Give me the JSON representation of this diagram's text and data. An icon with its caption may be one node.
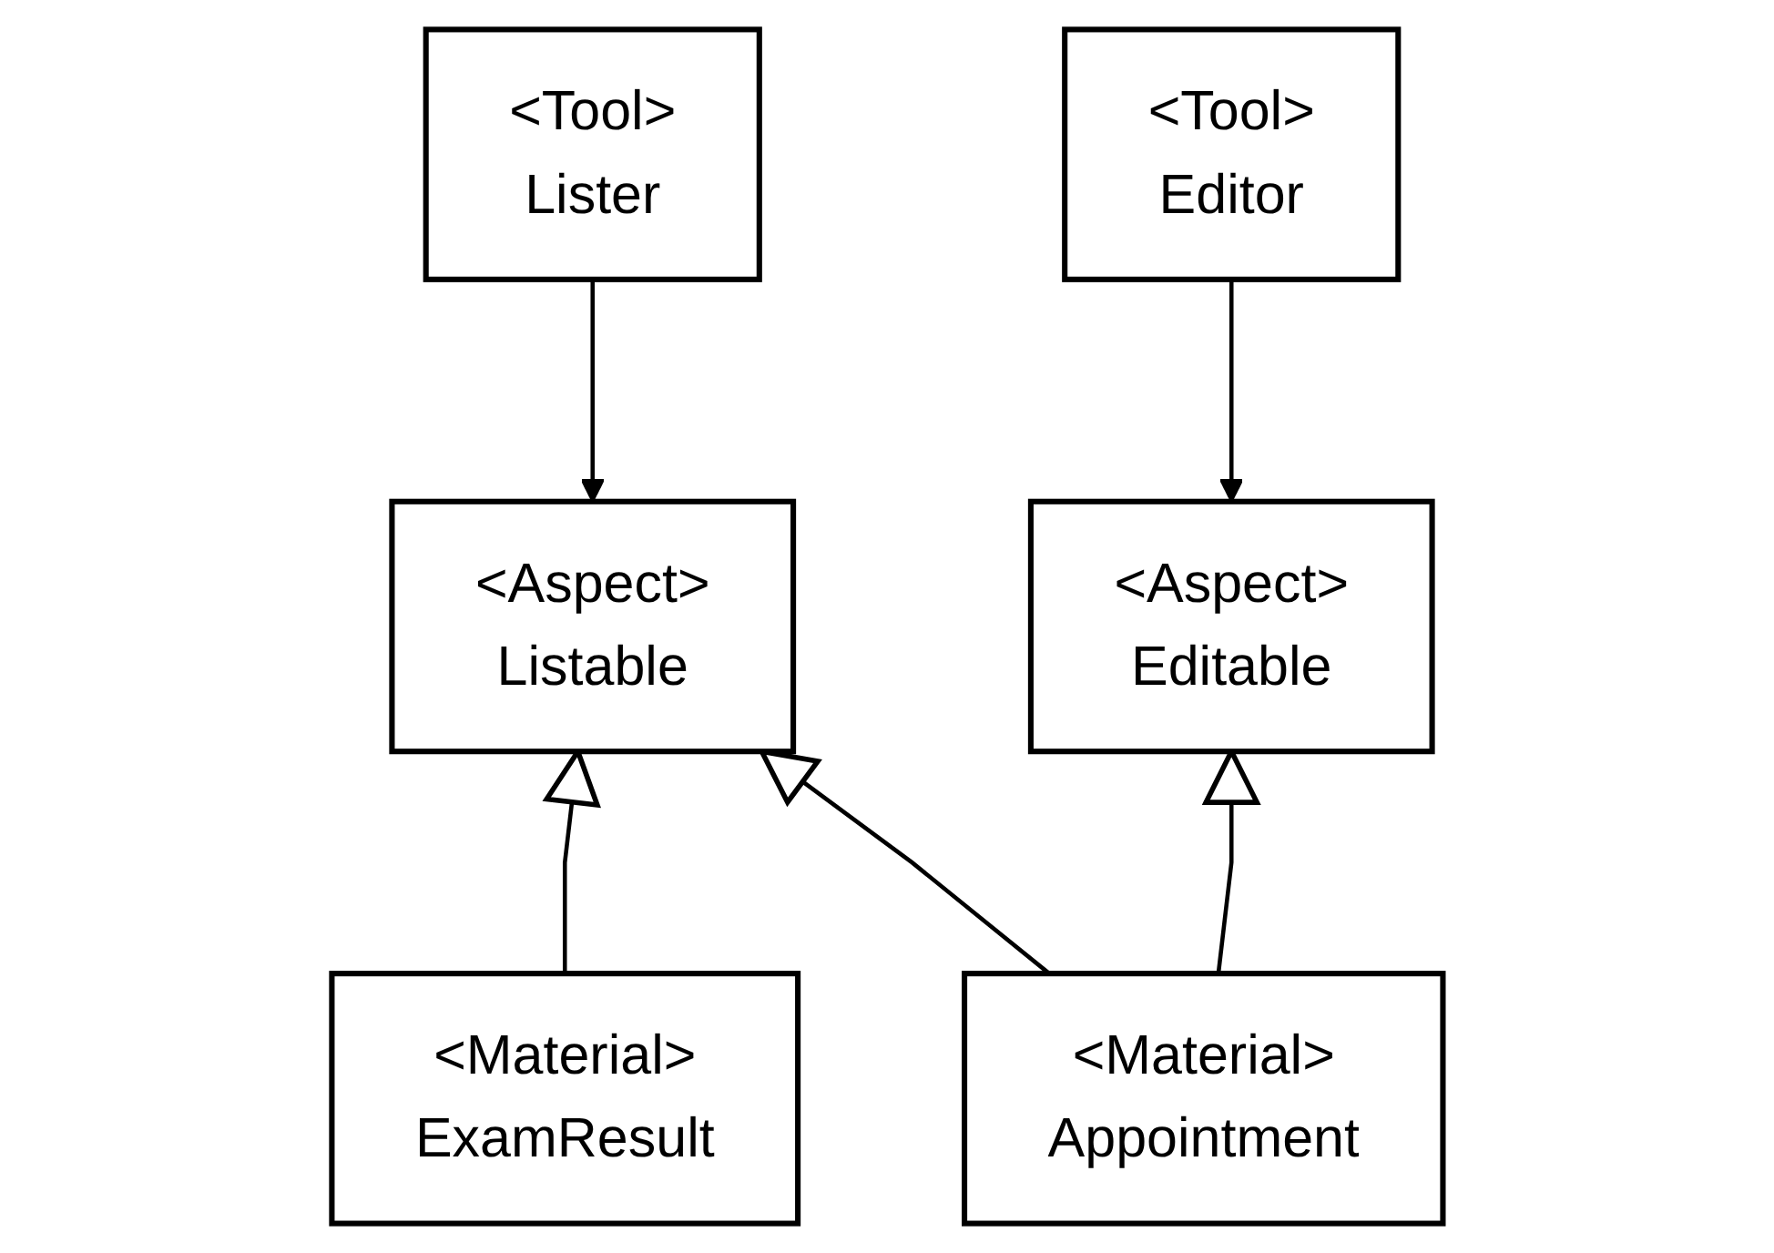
{
  "diagram": {
    "nodes": [
      {
        "text": [
          "<Tool>",
          "Lister"
        ]
      },
      {
        "text": [
          "<Tool>",
          "Editor"
        ]
      },
      {
        "text": [
          "<Aspect>",
          "Listable"
        ]
      },
      {
        "text": [
          "<Aspect>",
          "Editable"
        ]
      },
      {
        "text": [
          "<Material>",
          "ExamResult"
        ]
      },
      {
        "text": [
          "<Material>",
          "Appointment"
        ]
      }
    ],
    "edges": [
      {
        "from": 0,
        "to": 2,
        "arrow": "to"
      },
      {
        "from": 1,
        "to": 3,
        "arrow": "to"
      },
      {
        "from": 4,
        "to": 2,
        "arrow": "to"
      },
      {
        "from": 5,
        "to": 2,
        "arrow": "to"
      },
      {
        "from": 5,
        "to": 3,
        "arrow": "to"
      }
    ]
  }
}
